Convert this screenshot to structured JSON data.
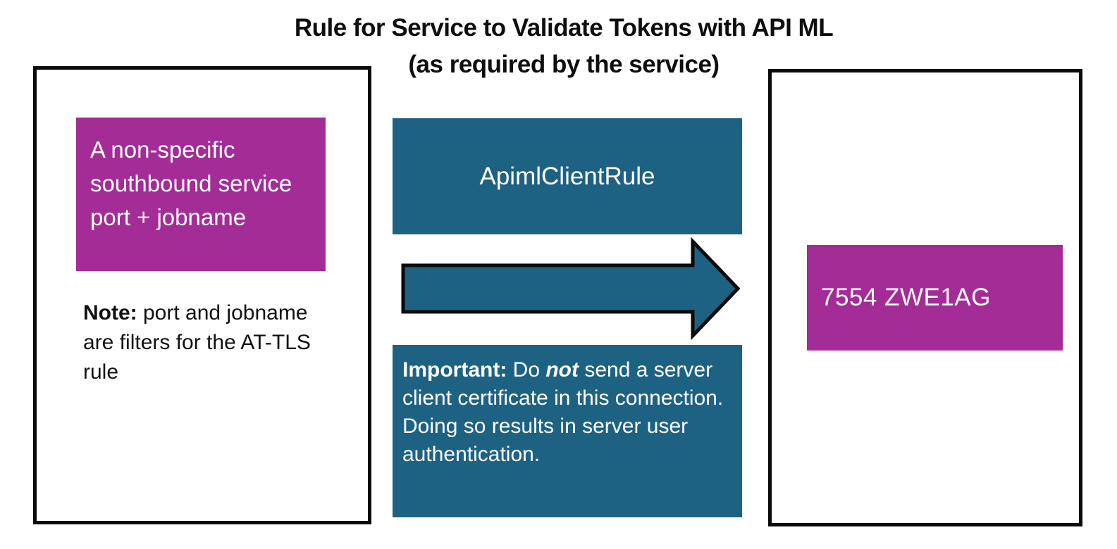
{
  "title": {
    "line1": "Rule for Service to Validate Tokens with API ML",
    "line2": "(as required by the service)"
  },
  "left_panel": {
    "service_box_text": "A non-specific southbound service port + jobname",
    "note_label": "Note:",
    "note_text": " port and jobname are filters for the AT-TLS rule"
  },
  "middle": {
    "rule_box_text": "ApimlClientRule",
    "important_label": "Important:",
    "important_pre": " Do ",
    "important_emph": "not",
    "important_post": " send a server client certificate in this connection. Doing so results in server user authentication."
  },
  "right_panel": {
    "target_box_text": "7554 ZWE1AG"
  },
  "colors": {
    "magenta": "#A32C96",
    "teal": "#1E6283",
    "outline": "#0A0A0A"
  }
}
